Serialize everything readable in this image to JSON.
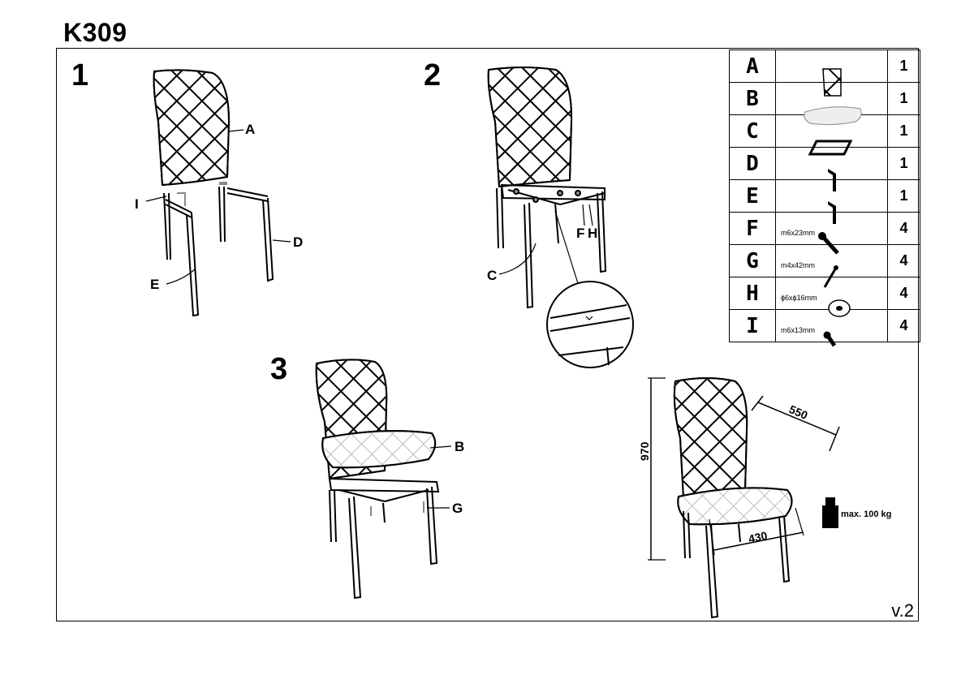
{
  "title": "K309",
  "version": "v.2",
  "steps": [
    "1",
    "2",
    "3"
  ],
  "callouts": {
    "step1": [
      "A",
      "I",
      "D",
      "E"
    ],
    "step2": [
      "C",
      "F",
      "H"
    ],
    "step3": [
      "B",
      "G"
    ]
  },
  "parts": [
    {
      "letter": "A",
      "size": "",
      "qty": "1",
      "icon": "backrest-icon"
    },
    {
      "letter": "B",
      "size": "",
      "qty": "1",
      "icon": "seat-cushion-icon"
    },
    {
      "letter": "C",
      "size": "",
      "qty": "1",
      "icon": "seat-frame-icon"
    },
    {
      "letter": "D",
      "size": "",
      "qty": "1",
      "icon": "leg-right-icon"
    },
    {
      "letter": "E",
      "size": "",
      "qty": "1",
      "icon": "leg-left-icon"
    },
    {
      "letter": "F",
      "size": "m6x23mm",
      "qty": "4",
      "icon": "bolt-icon"
    },
    {
      "letter": "G",
      "size": "m4x42mm",
      "qty": "4",
      "icon": "screw-icon"
    },
    {
      "letter": "H",
      "size": "ϕ6xϕ16mm",
      "qty": "4",
      "icon": "washer-icon"
    },
    {
      "letter": "I",
      "size": "m6x13mm",
      "qty": "4",
      "icon": "short-bolt-icon"
    }
  ],
  "dimensions": {
    "height": "970",
    "depth": "550",
    "width": "430"
  },
  "max_load": "max. 100 kg"
}
